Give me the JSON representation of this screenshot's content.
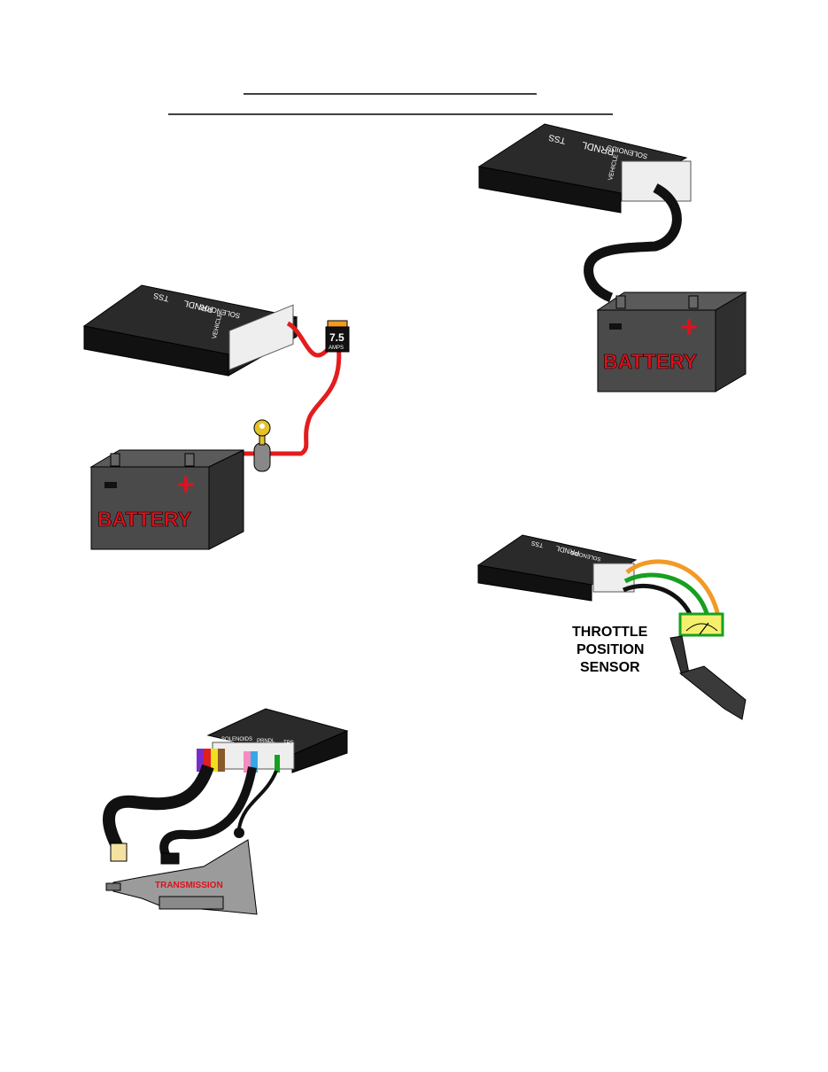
{
  "controller_labels": {
    "tss": "TSS",
    "prndl": "PRNDL",
    "solenoids": "SOLENOIDS",
    "vehicle": "VEHICLE",
    "tps": "TPS",
    "small_tps": "TPS"
  },
  "battery": {
    "label": "BATTERY",
    "plus": "+",
    "minus": "−"
  },
  "fuse": {
    "value": "7.5",
    "unit": "AMPS"
  },
  "sensor": {
    "line1": "THROTTLE",
    "line2": "POSITION",
    "line3": "SENSOR"
  },
  "transmission": {
    "label": "TRANSMISSION"
  },
  "colors": {
    "controller": "#151515",
    "battery": "#4a4a4a",
    "battery_text": "#e0111b",
    "wire_red": "#e31d1d",
    "wire_orange": "#f29a24",
    "wire_green": "#17a020",
    "gauge": "#f4f06e",
    "transmission": "#9b9b9b"
  }
}
